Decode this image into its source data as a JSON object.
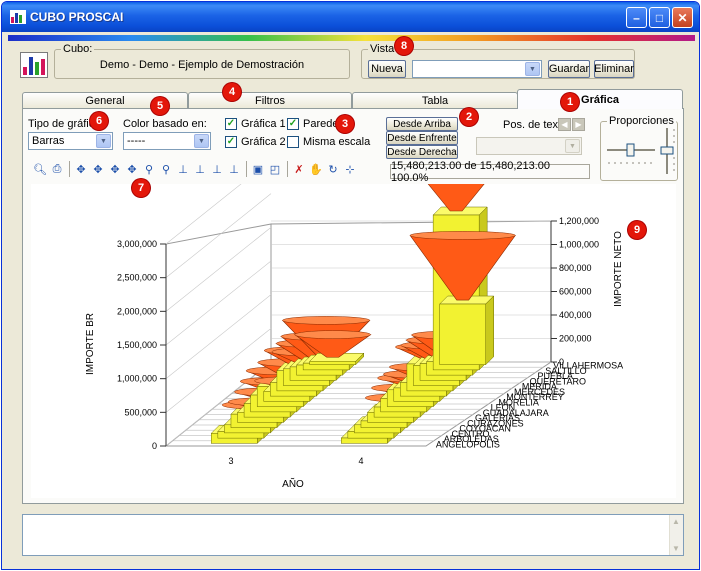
{
  "window": {
    "title": "CUBO PROSCAI"
  },
  "cubo": {
    "legend": "Cubo:",
    "value": "Demo - Demo - Ejemplo de Demostración"
  },
  "vista": {
    "legend": "Vista",
    "nueva_label": "Nueva",
    "selected": "",
    "guardar_label": "Guardar",
    "eliminar_label": "Eliminar"
  },
  "tabs": [
    {
      "label": "General"
    },
    {
      "label": "Filtros"
    },
    {
      "label": "Tabla"
    },
    {
      "label": "Gráfica"
    }
  ],
  "grafica": {
    "tipo_label": "Tipo de gráfica:",
    "tipo_value": "Barras",
    "color_label": "Color basado en:",
    "color_value": "-----",
    "grafica1_label": "Gráfica 1",
    "grafica1_checked": true,
    "grafica2_label": "Gráfica 2",
    "grafica2_checked": true,
    "paredes_label": "Paredes",
    "paredes_checked": true,
    "misma_label": "Misma escala",
    "misma_checked": false,
    "desde_arriba": "Desde Arriba",
    "desde_enfrente": "Desde Enfrente",
    "desde_derecha": "Desde Derecha",
    "pos_texto_label": "Pos. de texto:",
    "pos_texto_value": "",
    "proporciones_label": "Proporciones",
    "status_text": "15,480,213.00 de 15,480,213.00   100.0%"
  },
  "toolbar": {
    "icons": [
      "preview-icon",
      "print-icon",
      "move-left-icon",
      "move-right-icon",
      "move-up-icon",
      "move-down-icon",
      "zoom-in-icon",
      "zoom-out-icon",
      "depth-in-icon",
      "depth-out-icon",
      "height-up-icon",
      "height-down-icon",
      "view-3d-icon",
      "view-2d-icon",
      "reset-icon",
      "hand-icon",
      "rotate-icon",
      "axes-icon"
    ]
  },
  "markers": [
    "1",
    "2",
    "3",
    "4",
    "5",
    "6",
    "7",
    "8",
    "9"
  ],
  "colors": {
    "bar_front": "#ff5a16",
    "bar_back": "#f2f231",
    "titlebar": "#0a4fd9"
  },
  "chart_data": {
    "type": "bar",
    "xlabel": "AÑO",
    "ylabel": "IMPORTE BR",
    "y2label": "IMPORTE NETO",
    "categories": [
      "3",
      "4"
    ],
    "series_labels": [
      "VILLAHERMOSA",
      "SALTILLO",
      "PUEBLA",
      "QUERETARO",
      "MERIDA",
      "MERCEDES",
      "MONTERREY",
      "MORELIA",
      "LEÓN",
      "GUADALAJARA",
      "GALERIAS",
      "CURAZONES",
      "COYOACAN",
      "CENTRO",
      "ARBOLEDAS",
      "ANGELOPOLIS"
    ],
    "y_ticks_left": [
      "0",
      "500,000",
      "1,000,000",
      "1,500,000",
      "2,000,000",
      "2,500,000",
      "3,000,000"
    ],
    "y_ticks_right": [
      "0",
      "200,000",
      "400,000",
      "600,000",
      "800,000",
      "1,000,000",
      "1,200,000"
    ],
    "ylim": [
      0,
      3000000
    ],
    "y2lim": [
      0,
      1200000
    ],
    "series": [
      {
        "name": "IMPORTE BR",
        "values_year3": [
          50000,
          100000,
          150000,
          200000,
          250000,
          300000,
          200000,
          150000,
          300000,
          250000,
          200000,
          150000,
          200000,
          120000,
          100000,
          150000
        ],
        "values_year4": [
          900000,
          2300000,
          200000,
          250000,
          300000,
          400000,
          200000,
          200000,
          250000,
          200000,
          150000,
          150000,
          100000,
          120000,
          100000,
          80000
        ]
      },
      {
        "name": "IMPORTE NETO",
        "values_year3": [
          350000,
          600000,
          380000,
          300000,
          200000,
          250000,
          250000,
          100000,
          180000,
          150000,
          120000,
          100000,
          80000,
          60000,
          50000,
          40000
        ],
        "values_year4": [
          1000000,
          800000,
          350000,
          300000,
          250000,
          200000,
          180000,
          150000,
          120000,
          100000,
          80000,
          60000,
          50000,
          40000,
          30000,
          20000
        ]
      }
    ]
  }
}
